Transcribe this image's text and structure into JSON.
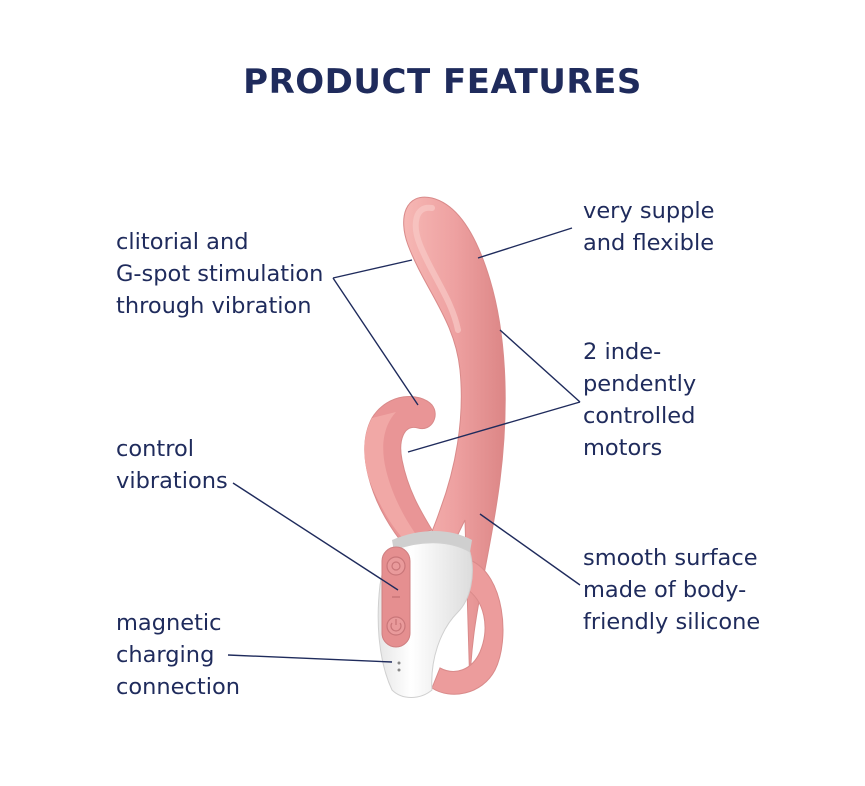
{
  "title": "PRODUCT FEATURES",
  "colors": {
    "navy": "#1f2b5c",
    "silicone": "#eea1a1",
    "silicone_dark": "#d97f82",
    "handle": "#ffffff",
    "chrome": "#c9c9c9"
  },
  "features": {
    "clitoral": [
      "clitorial and",
      "G-spot stimulation",
      "through vibration"
    ],
    "supple": [
      "very supple",
      "and flexible"
    ],
    "motors": [
      "2 inde-",
      "pendently",
      "controlled",
      "motors"
    ],
    "control": [
      "control",
      "vibrations"
    ],
    "surface": [
      "smooth surface",
      "made of body-",
      "friendly silicone"
    ],
    "charging": [
      "magnetic",
      "charging",
      "connection"
    ]
  },
  "icons": {
    "button_top": "mode-button-icon",
    "button_mid": "minus-button-icon",
    "button_bottom": "power-button-icon"
  }
}
